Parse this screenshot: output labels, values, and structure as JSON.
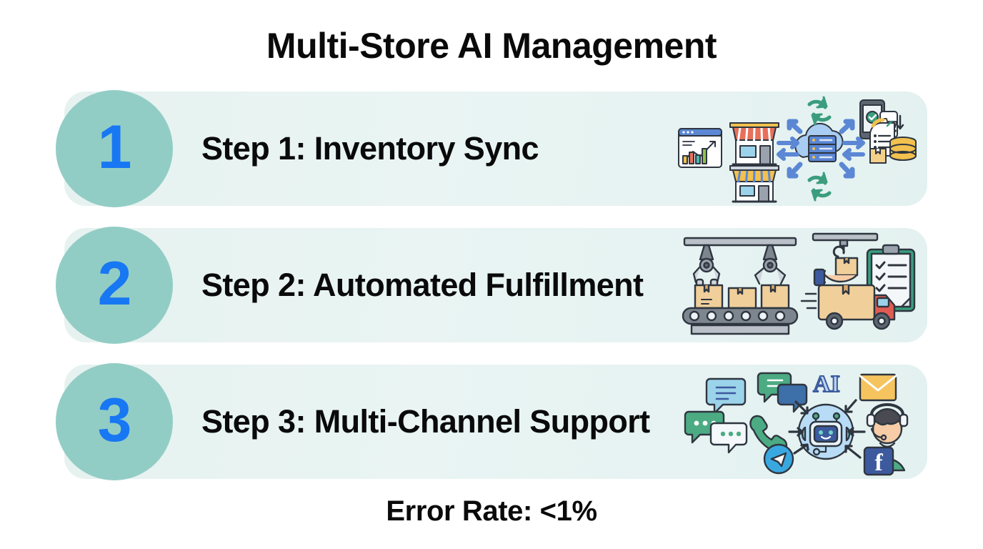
{
  "page": {
    "title": "Multi-Store AI Management",
    "background_color": "#ffffff",
    "footer": "Error Rate: <1%"
  },
  "theme": {
    "badge_circle_color": "#92cdc5",
    "badge_number_color": "#1877f2",
    "row_background_color": "#e8f4f2",
    "text_color": "#0a0a0a"
  },
  "steps": [
    {
      "number": "1",
      "label": "Step 1: Inventory Sync",
      "illustration": {
        "name": "inventory-sync-illustration",
        "elements": [
          "analytics-dashboard-icon",
          "storefront-icon",
          "sync-arrows-icon",
          "mobile-commerce-icon",
          "cloud-server-icon",
          "bidirectional-arrows-icon",
          "inventory-database-icon"
        ]
      }
    },
    {
      "number": "2",
      "label": "Step 2: Automated Fulfillment",
      "illustration": {
        "name": "automated-fulfillment-illustration",
        "elements": [
          "robotic-arm-icon",
          "conveyor-belt-icon",
          "package-box-icon",
          "crane-hook-icon",
          "hand-holding-package-icon",
          "checklist-clipboard-icon",
          "delivery-truck-icon"
        ]
      }
    },
    {
      "number": "3",
      "label": "Step 3: Multi-Channel Support",
      "illustration": {
        "name": "multi-channel-support-illustration",
        "elements": [
          "chat-bubble-icon",
          "phone-call-icon",
          "telegram-icon",
          "ai-label-icon",
          "email-envelope-icon",
          "support-agent-icon",
          "facebook-icon",
          "ai-chatbot-icon"
        ],
        "ai_label": "AI",
        "facebook_glyph": "f"
      }
    }
  ]
}
